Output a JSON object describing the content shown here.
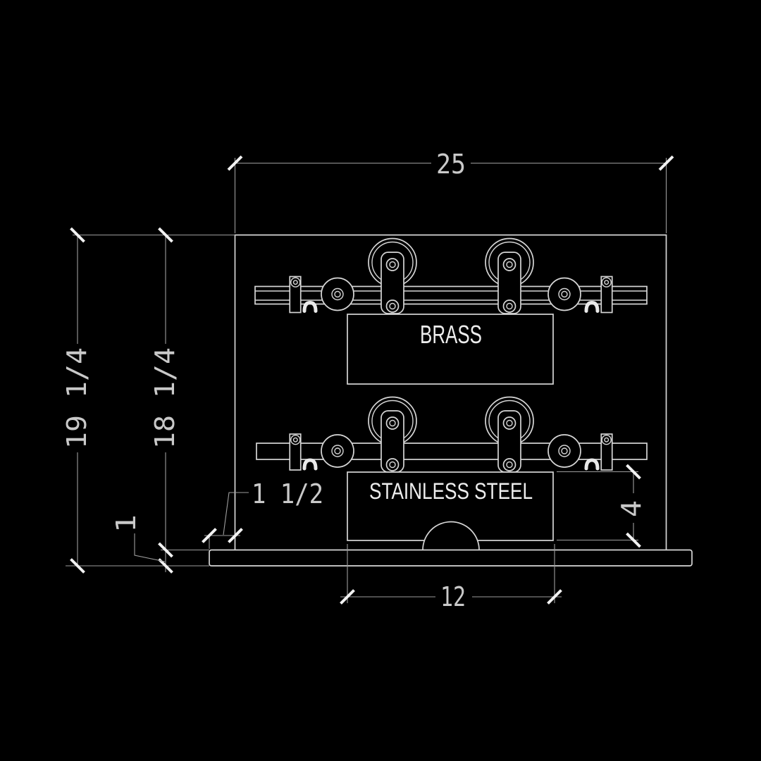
{
  "drawing": {
    "type": "CAD elevation drawing - sliding barn door hardware kit",
    "colors": {
      "background": "#000000",
      "geometry_line": "#d6d6d6",
      "dimension_line": "#9d9d9d",
      "tick": "#f2f2f2",
      "dimension_text": "#c9c9c9",
      "label_text": "#ededed"
    },
    "labels": {
      "top_plate": "BRASS",
      "bottom_plate": "STAINLESS STEEL"
    },
    "dimensions": {
      "overall_width": "25",
      "overall_height": "19 1/4",
      "panel_height": "18 1/4",
      "track_offset": "1 1/2",
      "base_thickness": "1",
      "plate_height": "4",
      "plate_width": "12"
    }
  }
}
